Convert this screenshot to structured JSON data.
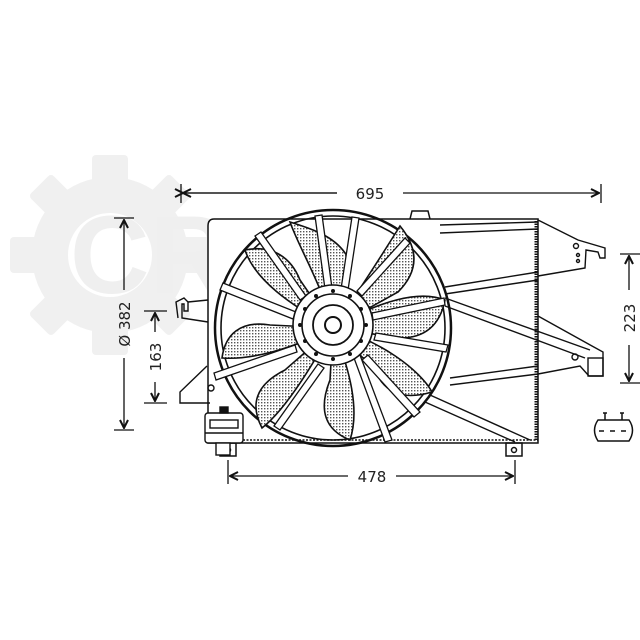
{
  "drawing": {
    "subject": "Radiator cooling fan assembly with shroud",
    "watermark": {
      "text": "CR",
      "icon": "gear-icon",
      "color": "#eeeeee"
    },
    "line_color": "#111111",
    "dimensions": {
      "overall_width": {
        "value": "695",
        "orientation": "horizontal"
      },
      "mount_spacing": {
        "value": "478",
        "orientation": "horizontal"
      },
      "fan_diameter": {
        "value": "Ø 382",
        "orientation": "vertical"
      },
      "left_height": {
        "value": "163",
        "orientation": "vertical"
      },
      "right_height": {
        "value": "223",
        "orientation": "vertical"
      }
    },
    "components": [
      {
        "name": "fan-shroud-frame"
      },
      {
        "name": "fan-ring"
      },
      {
        "name": "fan-blades",
        "count": 10
      },
      {
        "name": "motor-hub"
      },
      {
        "name": "right-mounting-arms"
      },
      {
        "name": "connector-plug",
        "pins": 3
      }
    ]
  }
}
